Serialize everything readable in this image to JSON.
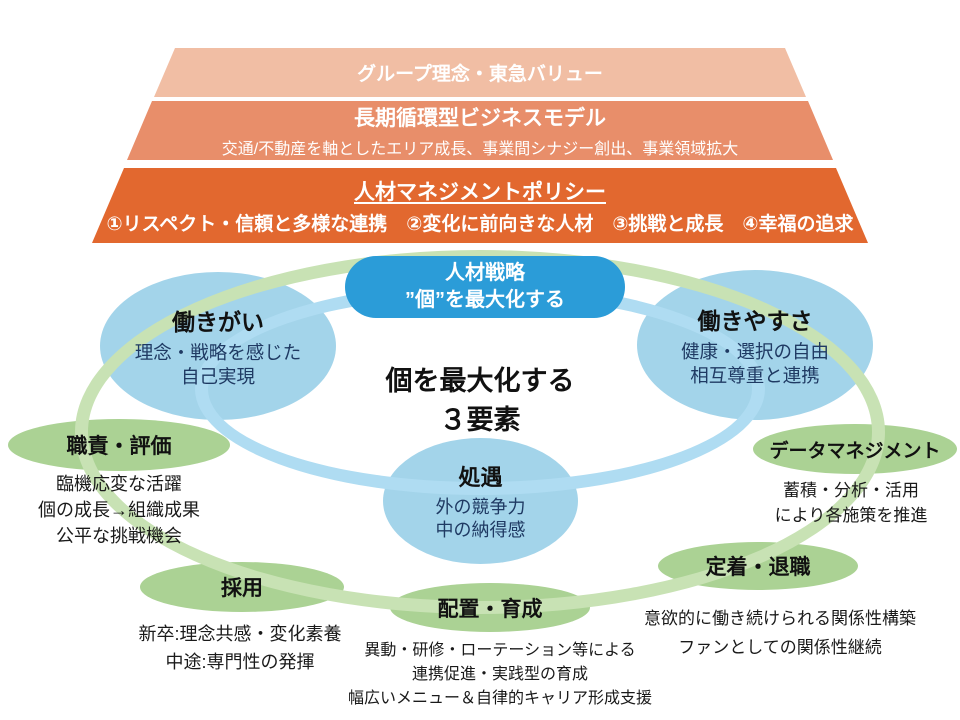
{
  "pyramid": {
    "layer1": {
      "title": "グループ理念・東急バリュー"
    },
    "layer2": {
      "title": "長期循環型ビジネスモデル",
      "subtitle": "交通/不動産を軸としたエリア成長、事業間シナジー創出、事業領域拡大"
    },
    "layer3": {
      "title": "人材マネジメントポリシー",
      "subtitle": "①リスペクト・信頼と多様な連携　②変化に前向きな人材　③挑戦と成長　④幸福の追求"
    }
  },
  "strategy_pill": {
    "line1": "人材戦略",
    "line2": "”個”を最大化する"
  },
  "center": {
    "text": "個を最大化する\n３要素"
  },
  "blue_ellipses": [
    {
      "title": "働きがい",
      "body": "理念・戦略を感じた\n自己実現"
    },
    {
      "title": "働きやすさ",
      "body": "健康・選択の自由\n相互尊重と連携"
    },
    {
      "title": "処遇",
      "body": "外の競争力\n中の納得感"
    }
  ],
  "green_ellipses": [
    {
      "title": "職責・評価",
      "note": "臨機応変な活躍\n個の成長→組織成果\n公平な挑戦機会"
    },
    {
      "title": "データマネジメント",
      "note": "蓄積・分析・活用\nにより各施策を推進"
    },
    {
      "title": "採用",
      "note": "新卒:理念共感・変化素養\n中途:専門性の発揮"
    },
    {
      "title": "配置・育成",
      "note": "異動・研修・ローテーション等による\n連携促進・実践型の育成\n幅広いメニュー＆自律的キャリア形成支援"
    },
    {
      "title": "定着・退職",
      "note": "意欲的に働き続けられる関係性構築\nファンとしての関係性継続"
    }
  ],
  "colors": {
    "pyramid_top": "#F1BEA4",
    "pyramid_mid": "#E88E6A",
    "pyramid_bottom": "#E2682F",
    "pill_blue": "#2B9CD8",
    "ellipse_blue": "#A3D4EA",
    "ellipse_green": "#ABD294",
    "ring_blue": "#AFDCF2",
    "ring_green": "#C8E2B4",
    "navy_text": "#1F3A63"
  }
}
